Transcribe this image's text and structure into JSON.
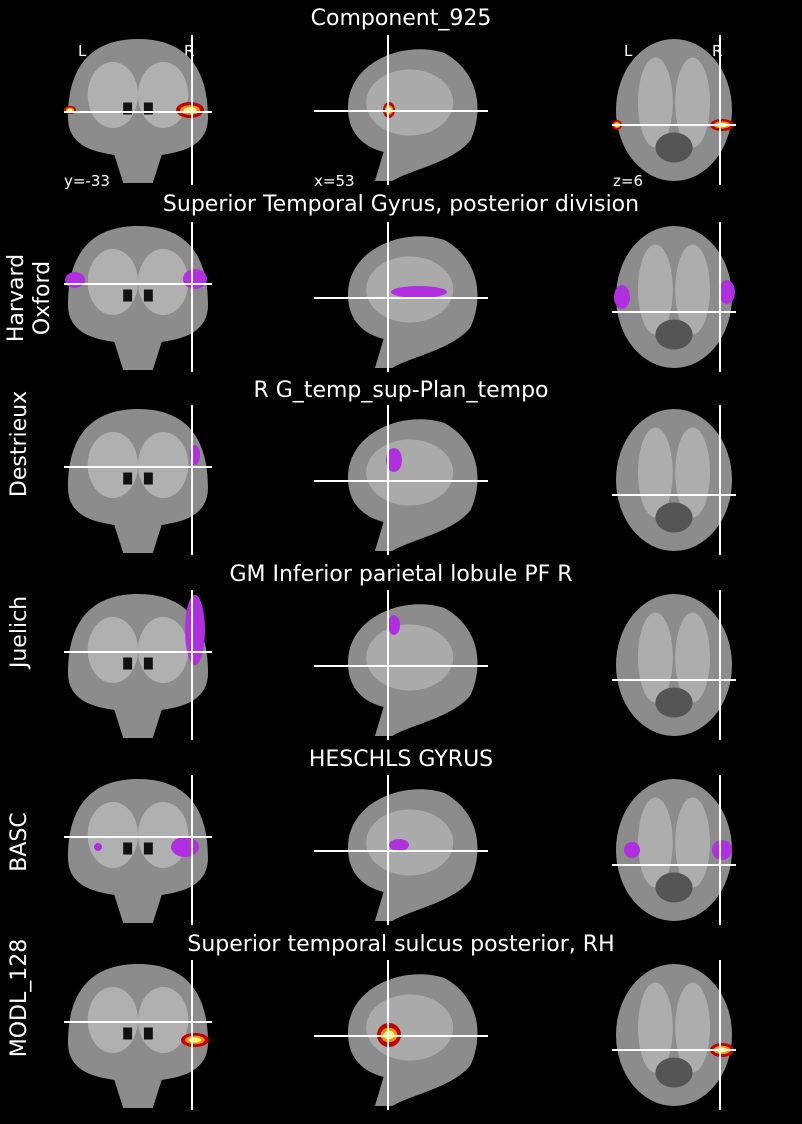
{
  "title": "Component_925",
  "lr_labels": [
    "L",
    "R"
  ],
  "coords": {
    "coronal": "y=-33",
    "sagittal": "x=53",
    "axial": "z=6"
  },
  "rows": [
    {
      "atlas": "",
      "region": "Component_925",
      "overlay": "hot"
    },
    {
      "atlas": "Harvard\nOxford",
      "region": "Superior Temporal Gyrus, posterior division",
      "overlay": "purple"
    },
    {
      "atlas": "Destrieux",
      "region": "R G_temp_sup-Plan_tempo",
      "overlay": "purple"
    },
    {
      "atlas": "Juelich",
      "region": "GM Inferior parietal lobule PF R",
      "overlay": "purple"
    },
    {
      "atlas": "BASC",
      "region": "HESCHLS GYRUS",
      "overlay": "purple"
    },
    {
      "atlas": "MODL_128",
      "region": "Superior temporal sulcus posterior, RH",
      "overlay": "hot"
    }
  ],
  "colors": {
    "background": "#000000",
    "brain": "#8c8c8c",
    "white_matter": "#c8c8c8",
    "crosshair": "#ffffff",
    "atlas_overlay": "#b030e0",
    "hot_core": "#ffff80",
    "hot_edge": "#c00000"
  }
}
